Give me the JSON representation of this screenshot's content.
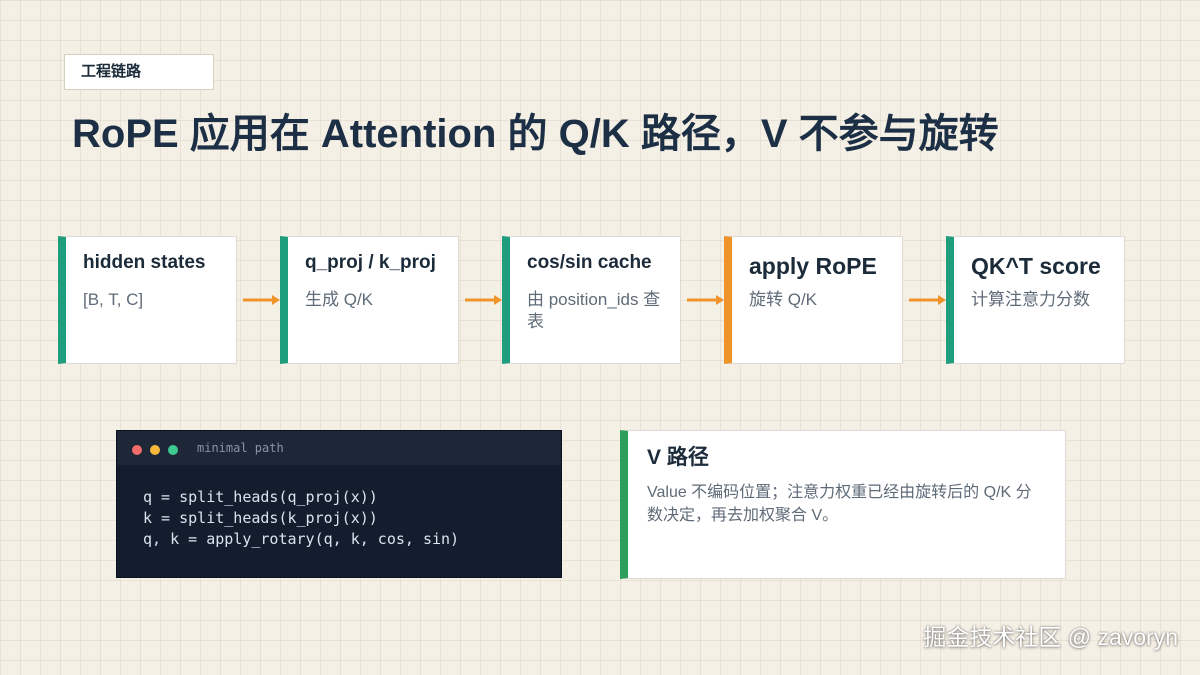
{
  "tag": "工程链路",
  "title": "RoPE 应用在 Attention 的 Q/K 路径，V 不参与旋转",
  "colors": {
    "step_accent_teal": "#1f9e7e",
    "step_accent_orange": "#f0932b",
    "arrow": "#f0932b",
    "vcard_accent": "#2f9e5c",
    "code_bg": "#141d2d"
  },
  "pipeline": {
    "steps": [
      {
        "title": "hidden states",
        "desc": "[B, T, C]",
        "accent": "teal"
      },
      {
        "title": "q_proj / k_proj",
        "desc": "生成 Q/K",
        "accent": "teal"
      },
      {
        "title": "cos/sin cache",
        "desc": "由 position_ids 查表",
        "accent": "teal"
      },
      {
        "title": "apply RoPE",
        "desc": "旋转 Q/K",
        "accent": "orange"
      },
      {
        "title": "QK^T score",
        "desc": "计算注意力分数",
        "accent": "teal"
      }
    ],
    "arrow_icon": "arrow-right-icon"
  },
  "code": {
    "caption": "minimal path",
    "lines": [
      "q = split_heads(q_proj(x))",
      "k = split_heads(k_proj(x))",
      "q, k = apply_rotary(q, k, cos, sin)"
    ]
  },
  "v_path": {
    "title": "V 路径",
    "desc": "Value 不编码位置；注意力权重已经由旋转后的 Q/K 分数决定，再去加权聚合 V。"
  },
  "watermark": "掘金技术社区 @ zavoryn"
}
